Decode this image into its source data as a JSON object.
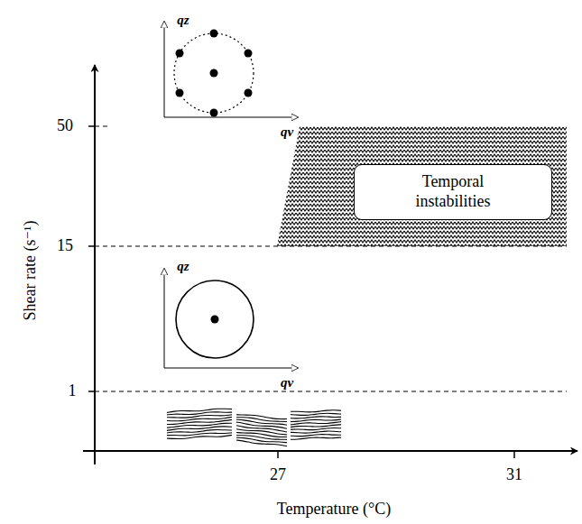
{
  "diagram": {
    "nodes": [
      {
        "text": [
          "Temporal instabilities"
        ]
      }
    ],
    "labels": [
      "qz",
      "qv",
      "50",
      "15",
      "qz",
      "qv",
      "1",
      "27",
      "31",
      "Shear rate (s⁻¹)",
      "Temperature (°C)"
    ]
  }
}
